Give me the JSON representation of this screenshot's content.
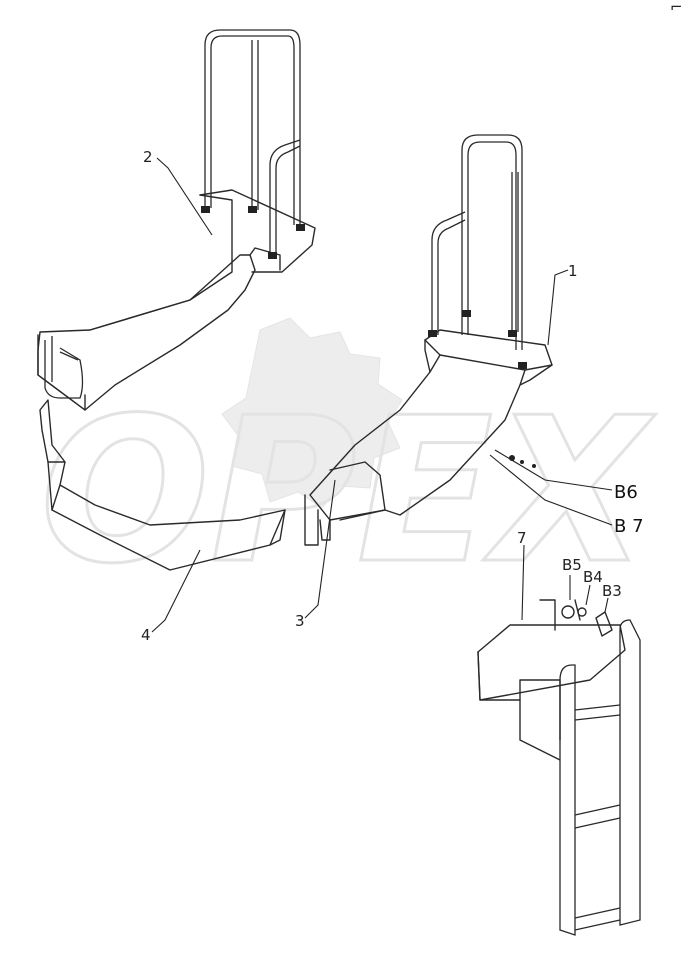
{
  "watermark": {
    "text": "OPEX"
  },
  "callouts": {
    "c1": "1",
    "c2": "2",
    "c3": "3",
    "c4": "4",
    "c7": "7",
    "b3": "B3",
    "b4": "B4",
    "b5": "B5",
    "b6": "B6",
    "b7": "B 7"
  },
  "corner_mark": "⌐"
}
